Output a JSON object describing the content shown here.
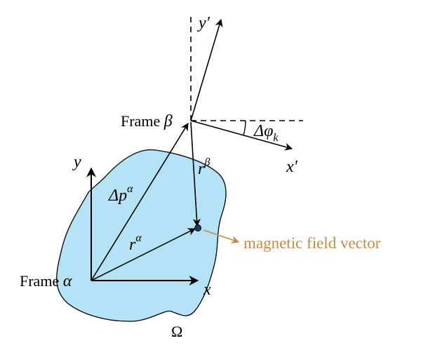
{
  "diagram": {
    "labels": {
      "frame_alpha": "Frame",
      "frame_alpha_sym": "α",
      "frame_beta": "Frame",
      "frame_beta_sym": "β",
      "x_axis": "x",
      "y_axis": "y",
      "x_prime_axis": "x′",
      "y_prime_axis": "y′",
      "delta_p_base": "Δp",
      "delta_p_sup": "α",
      "r_alpha_base": "r",
      "r_alpha_sup": "α",
      "r_beta_base": "r",
      "r_beta_sup": "β",
      "delta_phi": "Δφ",
      "delta_phi_sub": "k",
      "region": "Ω",
      "annotation": "magnetic field vector"
    },
    "colors": {
      "region_fill": "#b3e3f4",
      "outline": "#000000",
      "annotation": "#c48a46"
    }
  }
}
